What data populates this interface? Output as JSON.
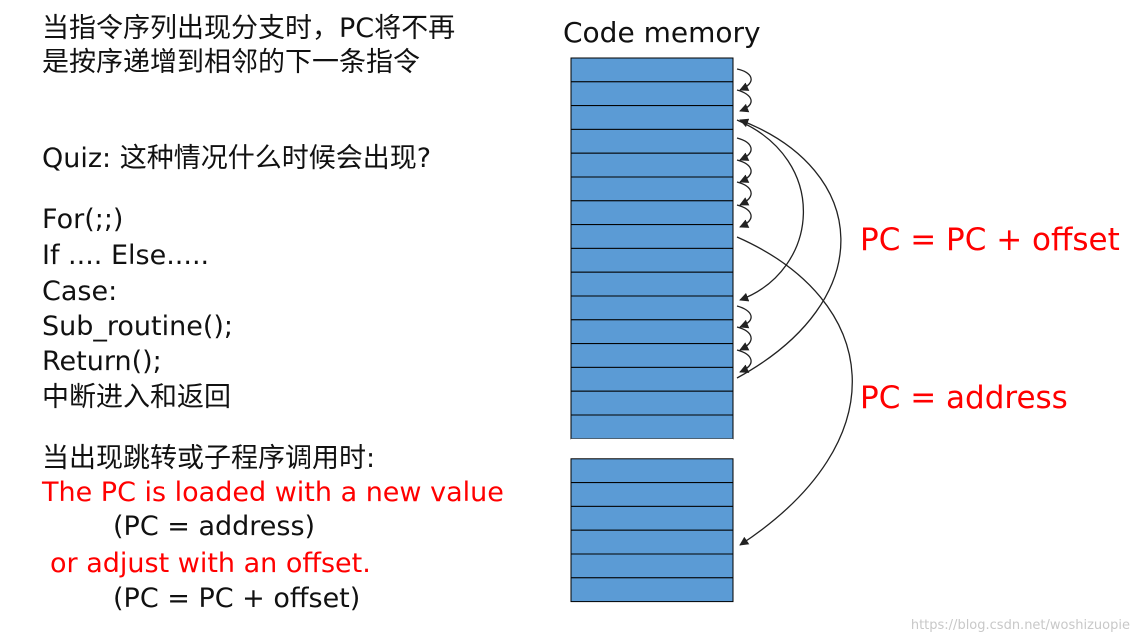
{
  "intro": {
    "line1": "当指令序列出现分支时，PC将不再",
    "line2": "是按序递增到相邻的下一条指令"
  },
  "quiz": {
    "question": "Quiz:   这种情况什么时候会出现?",
    "cases": [
      "For(;;)",
      "If .... Else.....",
      "Case:",
      "Sub_routine();",
      "Return();",
      "中断进入和返回"
    ]
  },
  "explanation": {
    "line1": "当出现跳转或子程序调用时:",
    "line2": "The PC is loaded with a new value",
    "line3": "(PC = address)",
    "line4": "or adjust with an offset.",
    "line5": "(PC = PC + offset)"
  },
  "memory": {
    "title": "Code memory",
    "cell_count": 22,
    "gap_after_cell": 16,
    "cell_color": "#5b9bd5",
    "border_color": "#000000"
  },
  "labels": {
    "offset": "PC = PC + offset",
    "address": "PC = address"
  },
  "colors": {
    "red": "#ff0000"
  },
  "watermark": "https://blog.csdn.net/woshizuopie"
}
